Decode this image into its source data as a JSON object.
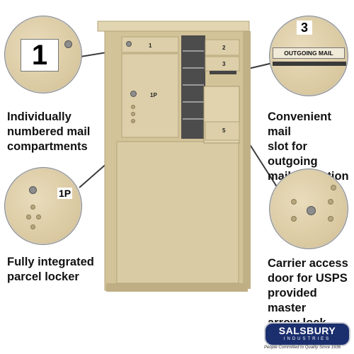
{
  "captions": {
    "compartments": "Individually\nnumbered mail\ncompartments",
    "parcel": "Fully integrated\nparcel locker",
    "outgoing": "Convenient mail\nslot for outgoing\nmail collection",
    "carrier": "Carrier access\ndoor for USPS\nprovided master\narrow lock"
  },
  "callouts": {
    "number_tag": "1",
    "parcel_tag": "1P",
    "slot_number": "3",
    "slot_label": "OUTGOING MAIL"
  },
  "unit": {
    "door_labels": [
      "1",
      "2",
      "3",
      "5"
    ],
    "parcel_label": "1P",
    "color": "#d8c9a2"
  },
  "brand": {
    "name": "SALSBURY",
    "sub": "INDUSTRIES",
    "tagline": "People Committed to Quality Since 1936"
  }
}
